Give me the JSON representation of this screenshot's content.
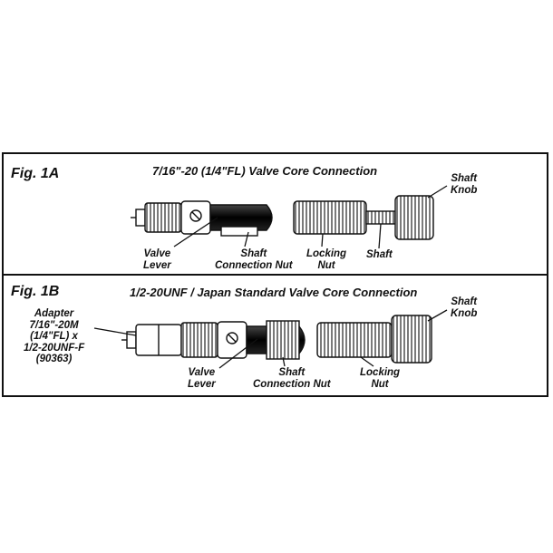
{
  "fig1a": {
    "label": "Fig. 1A",
    "title": "7/16\"-20 (1/4\"FL) Valve Core Connection",
    "labels": {
      "shaft_knob": "Shaft\nKnob",
      "valve_lever": "Valve\nLever",
      "shaft_connection_nut": "Shaft\nConnection Nut",
      "locking_nut": "Locking\nNut",
      "shaft": "Shaft"
    }
  },
  "fig1b": {
    "label": "Fig. 1B",
    "title": "1/2-20UNF / Japan Standard Valve Core Connection",
    "labels": {
      "shaft_knob": "Shaft\nKnob",
      "adapter": "Adapter\n7/16\"-20M\n(1/4\"FL) x\n1/2-20UNF-F\n(90363)",
      "valve_lever": "Valve\nLever",
      "shaft_connection_nut": "Shaft\nConnection Nut",
      "locking_nut": "Locking\nNut"
    }
  }
}
